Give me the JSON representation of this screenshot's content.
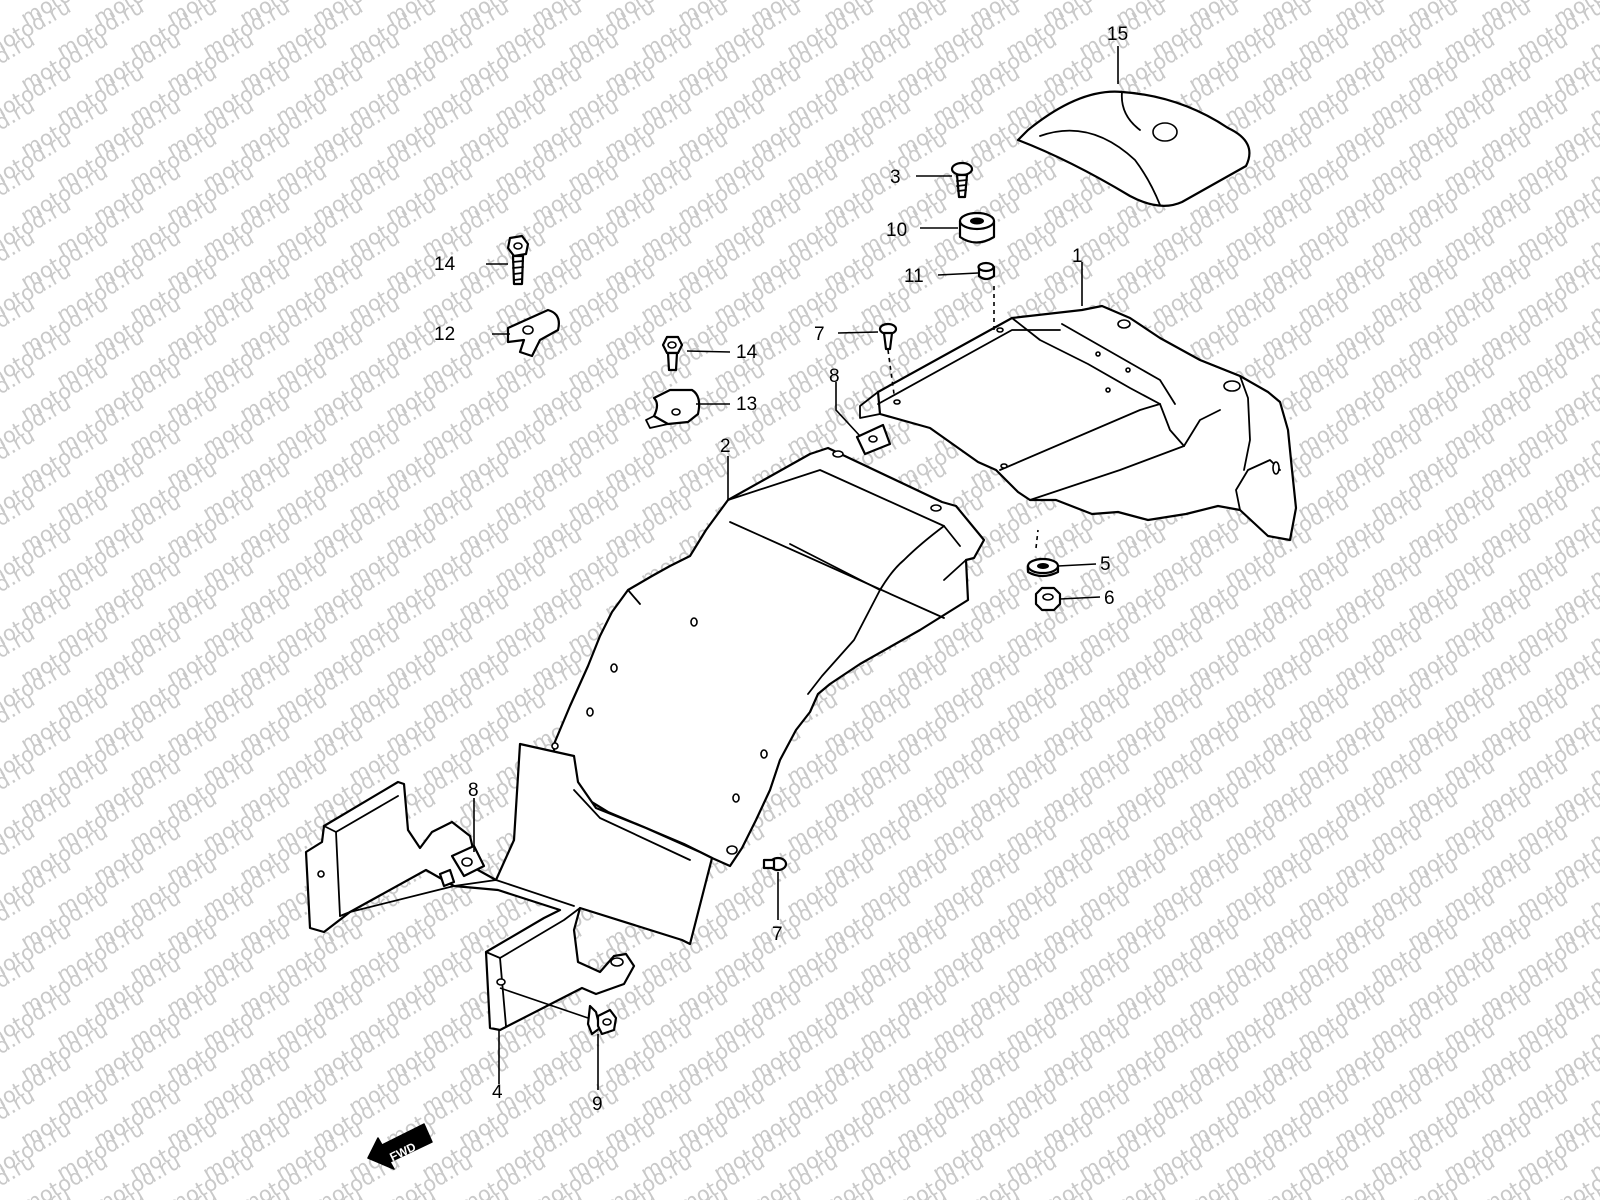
{
  "watermark": {
    "text": "motod.ru"
  },
  "callouts": [
    "1",
    "2",
    "3",
    "4",
    "5",
    "6",
    "7",
    "7",
    "8",
    "8",
    "9",
    "10",
    "11",
    "12",
    "13",
    "14",
    "14",
    "15"
  ],
  "fwd_label": "FWD"
}
